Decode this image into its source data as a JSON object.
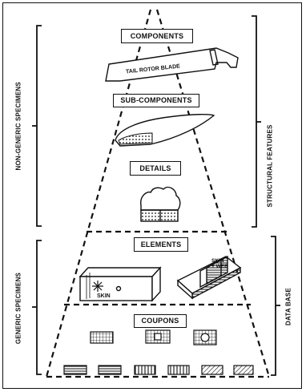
{
  "levels": {
    "components": "COMPONENTS",
    "sub_components": "SUB-COMPONENTS",
    "details": "DETAILS",
    "elements": "ELEMENTS",
    "coupons": "COUPONS"
  },
  "labels": {
    "tail_rotor_blade": "TAIL ROTOR BLADE",
    "skin": "SKIN",
    "skin_web_line1": "SKIN",
    "skin_web_line2": "+ WEB"
  },
  "side_labels": {
    "non_generic": "NON-GENERIC SPECIMENS",
    "generic": "GENERIC SPECIMENS",
    "structural": "STRUCTURAL FEATURES",
    "data_base": "DATA BASE"
  }
}
